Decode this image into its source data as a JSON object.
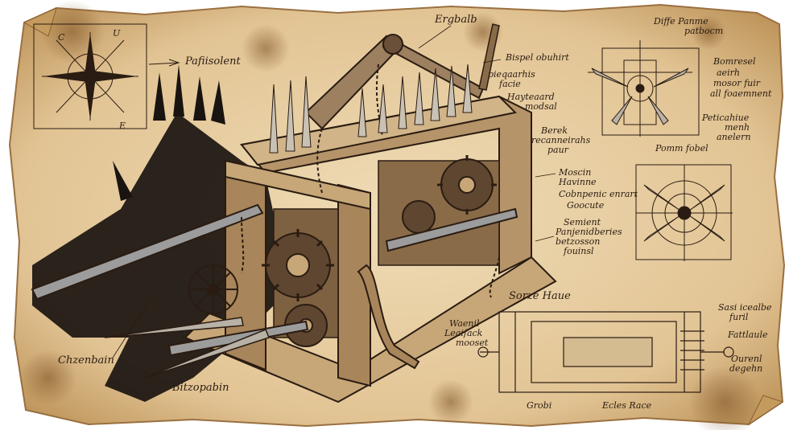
{
  "colors": {
    "parchment": "#e9d3aa",
    "parchment_dark": "#c9a46c",
    "ink": "#2a1c12",
    "shadow": "#1a1410",
    "stain": "#8a5f2c"
  },
  "annotations": {
    "top_left": "Pafiisolent",
    "top_center": "Ergbalb",
    "bottom_left_1": "Chzenbain",
    "bottom_left_2": "Bitzopabin",
    "center_1": "Bispel obuhirt",
    "center_2": "pieqaarhis",
    "center_3": "facie",
    "center_4": "Hayteaard",
    "center_5": "modsal",
    "center_6": "Berek",
    "center_7": "recanneirahs",
    "center_8": "paur",
    "center_9": "Moscin",
    "center_10": "Havinne",
    "center_11": "Cobnpenic enrart",
    "center_12": "Goocute",
    "center_13": "Semient",
    "center_14": "Panjenidberies",
    "center_15": "betzosson",
    "center_16": "fouinsl",
    "bottom_center_1": "Waenil",
    "bottom_center_2": "Leaifack",
    "bottom_center_3": "mooset",
    "bottom_center_title": "Sorze Haue",
    "bottom_center_4": "Grobi",
    "bottom_center_5": "Ecles Race",
    "right_1": "Diffe Panme",
    "right_2": "patbocm",
    "right_3": "Bomresel",
    "right_4": "aeirh",
    "right_5": "mosor fuir",
    "right_6": "all foaemnent",
    "right_7": "Peticahiue",
    "right_8": "menh",
    "right_9": "anelern",
    "right_10": "Pomm fobel",
    "right_11": "Sasi icealbe",
    "right_12": "furil",
    "right_13": "Fattlaule",
    "right_14": "Ourenl",
    "right_15": "degehn",
    "compass_1": "C",
    "compass_2": "U",
    "compass_3": "E"
  }
}
